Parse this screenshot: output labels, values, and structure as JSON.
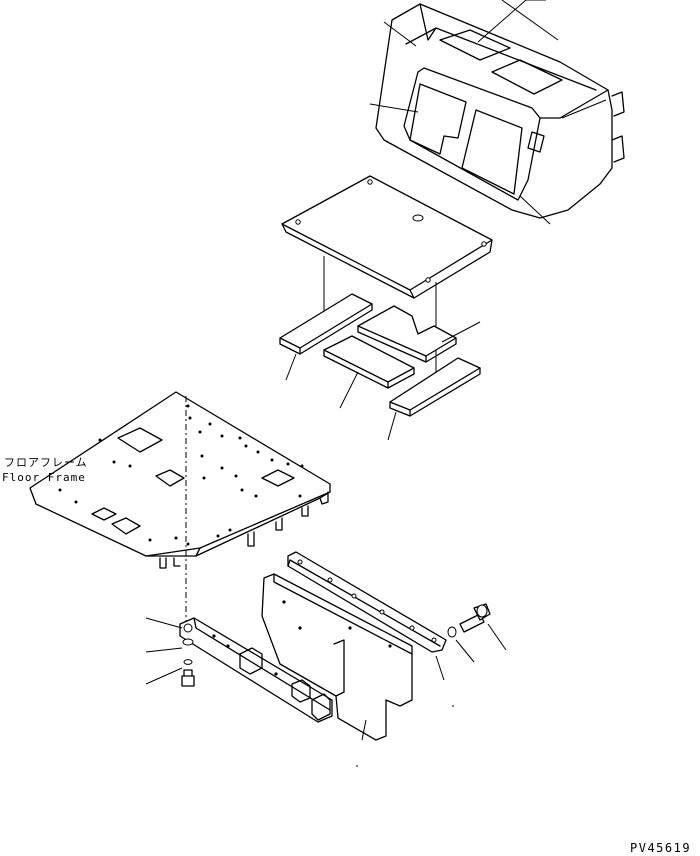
{
  "labels": {
    "floor_frame_jp": "フロアフレーム",
    "floor_frame_en": "Floor Frame",
    "drawing_code": "PV45619"
  }
}
